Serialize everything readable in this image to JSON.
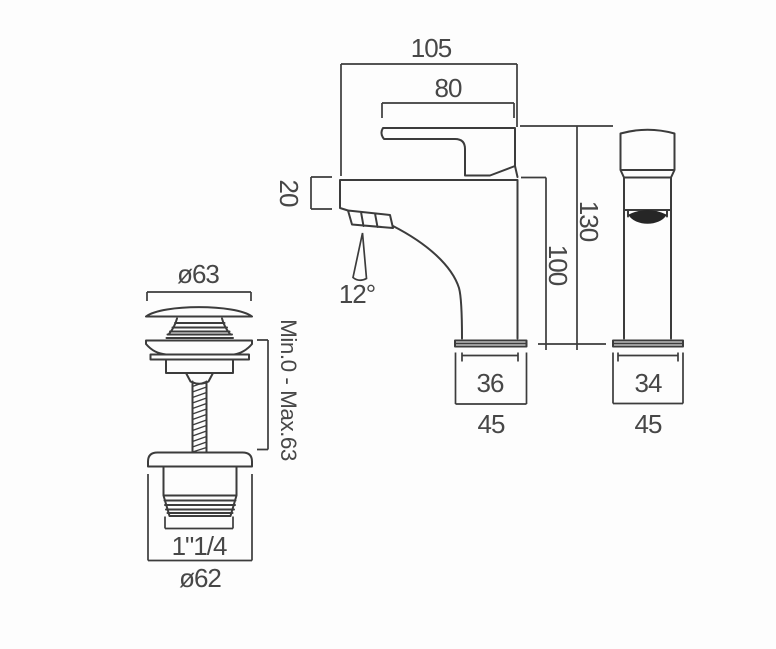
{
  "colors": {
    "background": "#fdfdfd",
    "line": "#3c3c3c",
    "text": "#474747",
    "aerator": "#262626"
  },
  "front_view": {
    "width_overall": "105",
    "width_handle": "80",
    "spout_section_height": "20",
    "spout_angle": "12°",
    "height_overall": "130",
    "height_to_spout": "100",
    "base_body_width": "36",
    "base_plate_width": "45"
  },
  "side_view": {
    "base_body_depth": "34",
    "base_plate_depth": "45"
  },
  "waste_view": {
    "cap_diameter": "ø63",
    "plug_travel": "Min.0 - Max.63",
    "thread_size": "1\"1/4",
    "body_diameter": "ø62"
  }
}
